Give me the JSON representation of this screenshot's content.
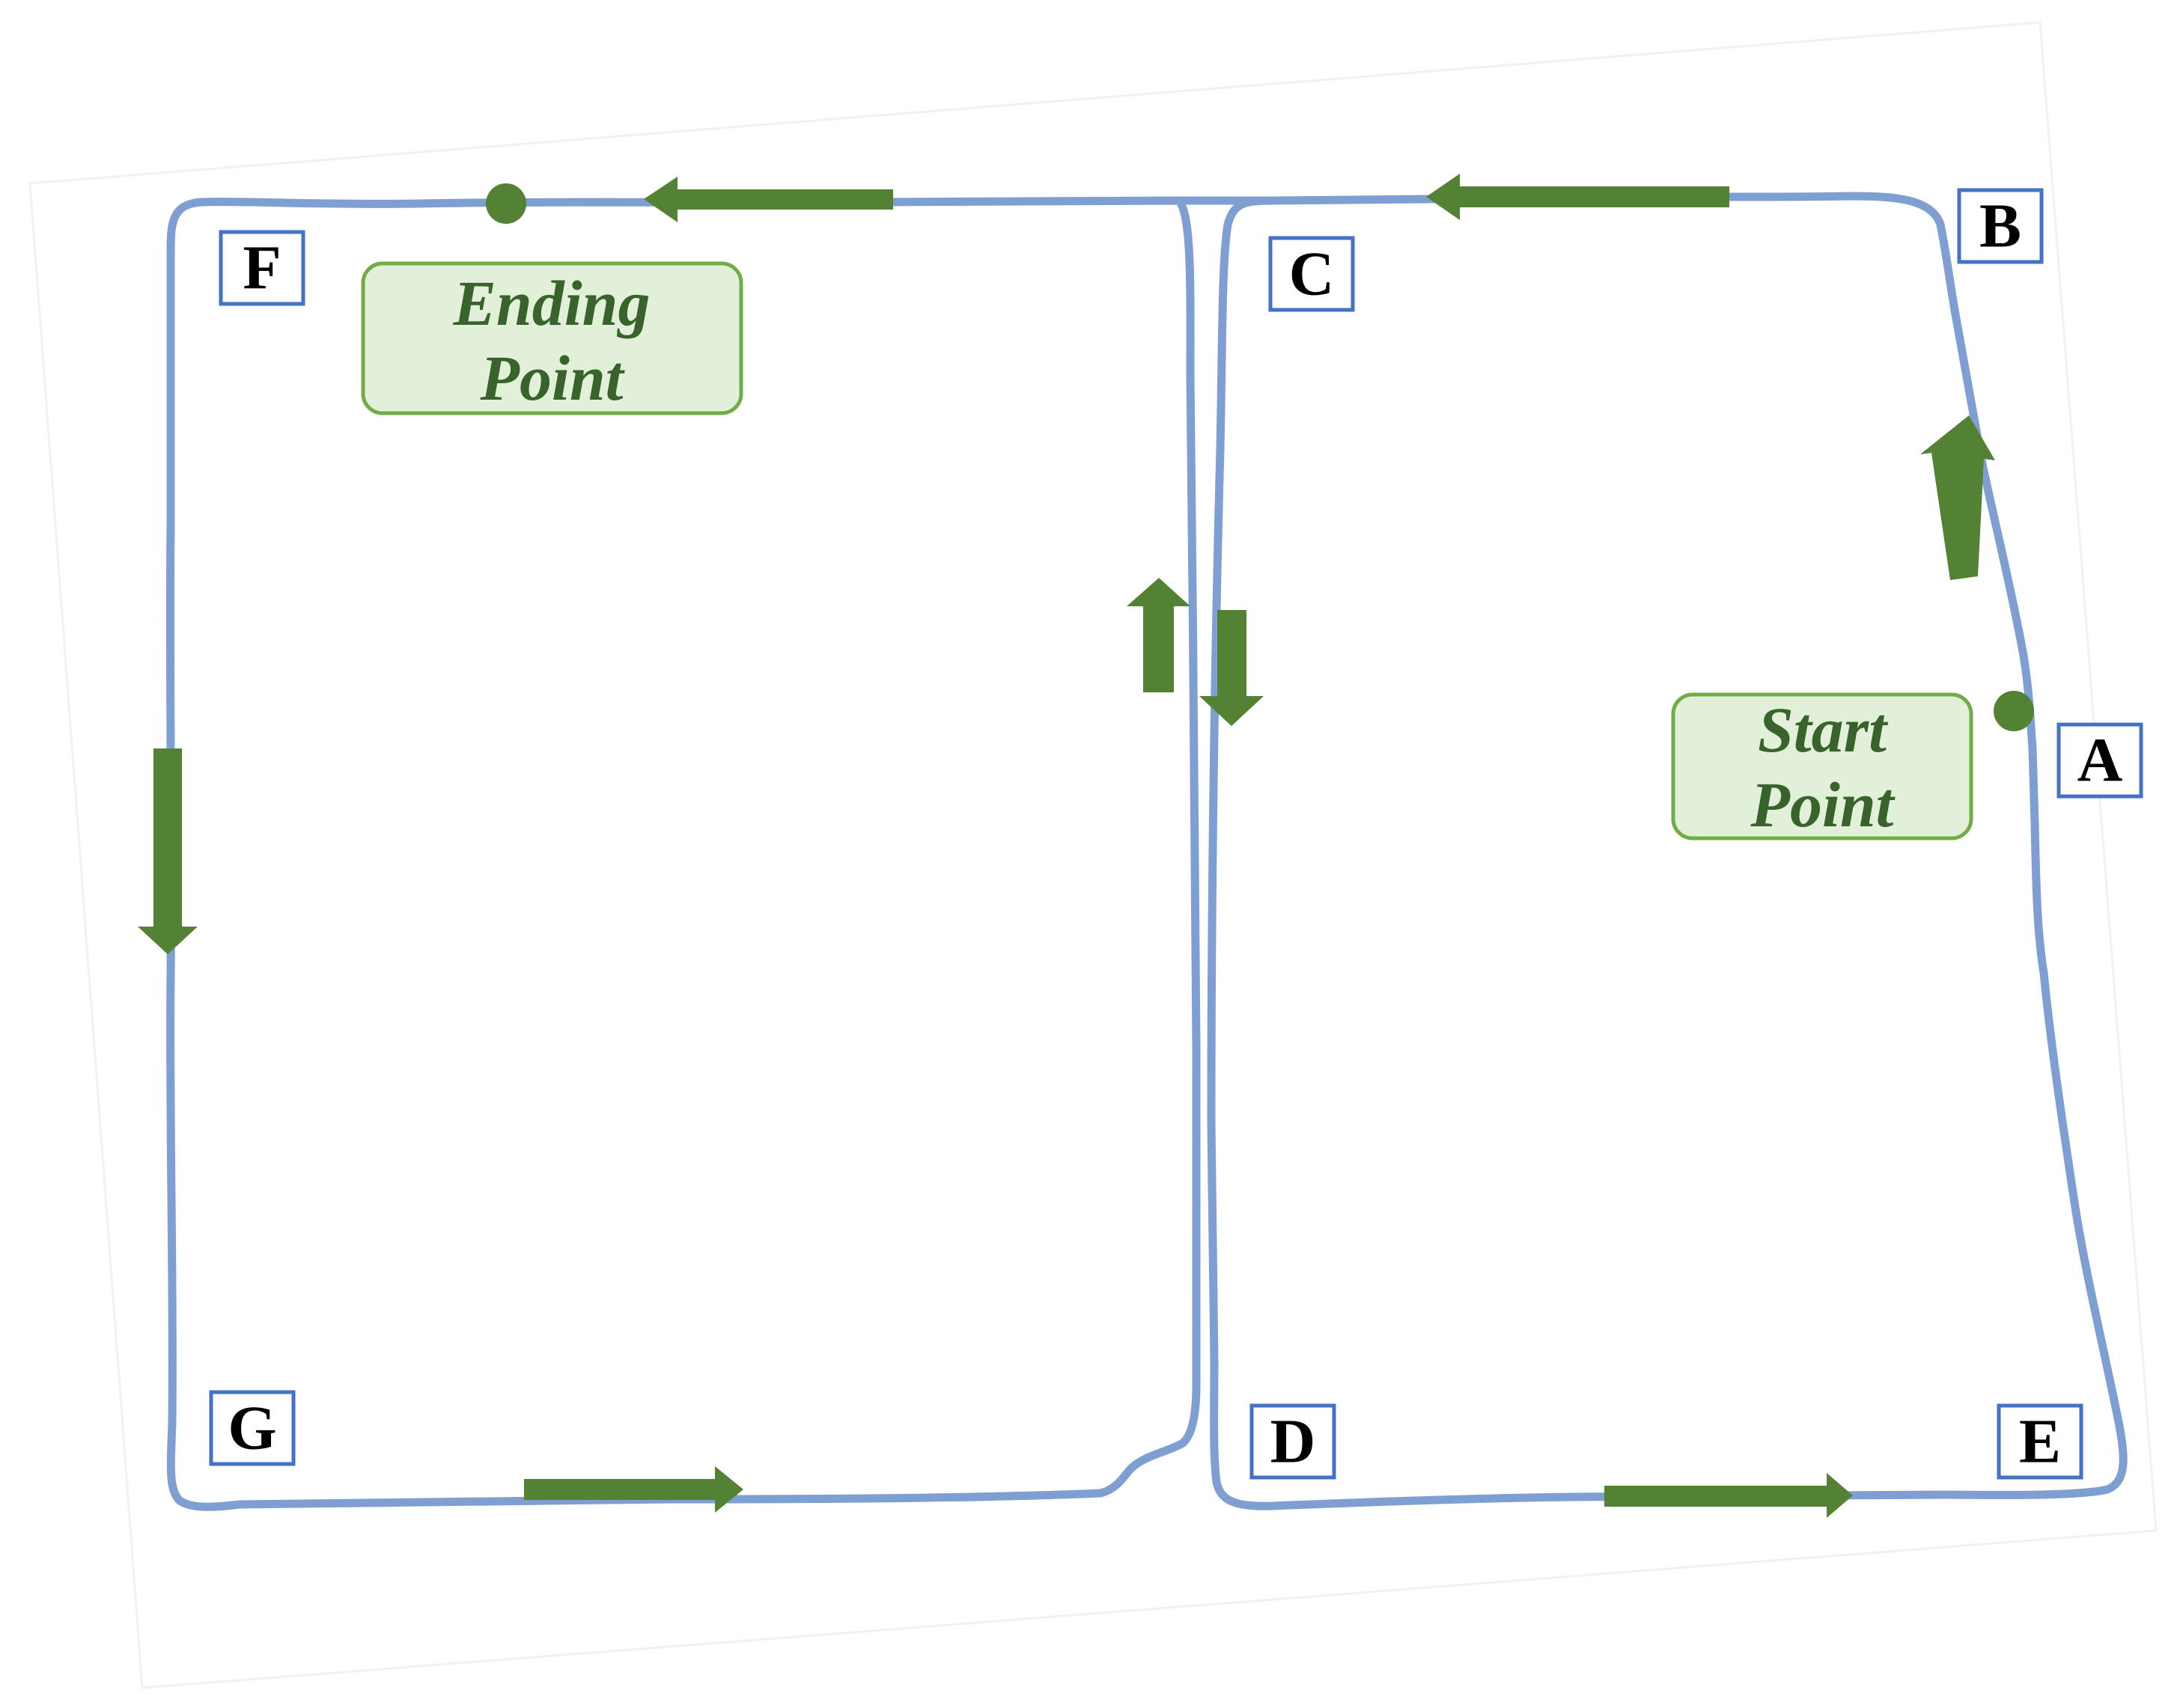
{
  "diagram": {
    "nodes": [
      {
        "id": "A",
        "label": "A"
      },
      {
        "id": "B",
        "label": "B"
      },
      {
        "id": "C",
        "label": "C"
      },
      {
        "id": "D",
        "label": "D"
      },
      {
        "id": "E",
        "label": "E"
      },
      {
        "id": "F",
        "label": "F"
      },
      {
        "id": "G",
        "label": "G"
      }
    ],
    "route": [
      "A",
      "B",
      "C",
      "D",
      "E",
      "A",
      "B",
      "C",
      "F",
      "G",
      "C",
      "Ending Point"
    ],
    "start": {
      "line1": "Start",
      "line2": "Point"
    },
    "end": {
      "line1": "Ending",
      "line2": "Point"
    }
  },
  "colors": {
    "track": "#7f9fd3",
    "arrow": "#548235",
    "node_border": "#4472c4",
    "callout_fill": "#e2efd9",
    "callout_border": "#70ad47",
    "callout_text": "#38632a"
  }
}
